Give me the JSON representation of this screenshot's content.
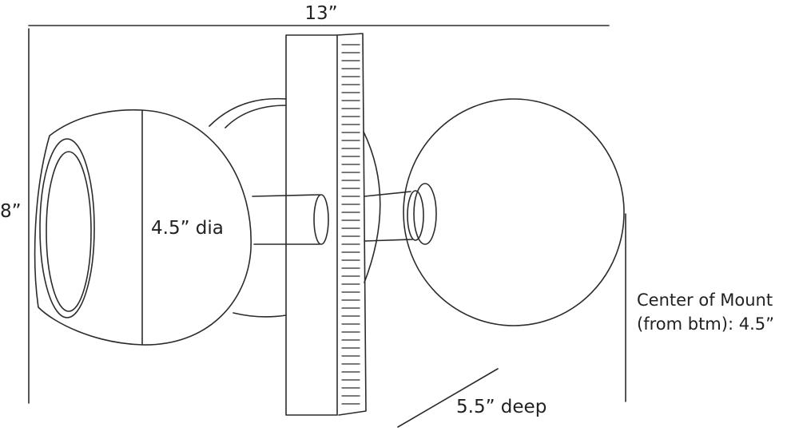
{
  "colors": {
    "line": "#2b2b2b",
    "text": "#222222",
    "background": "#ffffff"
  },
  "dimensions": {
    "width": "13”",
    "height": "8”",
    "shade_diameter": "4.5” dia",
    "depth": "5.5” deep",
    "mount_line1": "Center of Mount",
    "mount_line2": "(from btm): 4.5”"
  }
}
